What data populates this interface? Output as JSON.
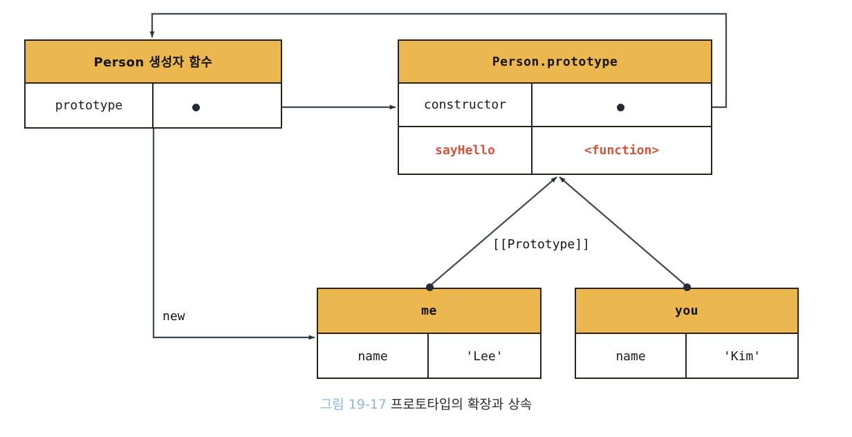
{
  "diagram": {
    "title": "프로토타입의 확장과 상속",
    "figure_number": "그림 19-17",
    "colors": {
      "header_fill": "#ecb74e",
      "border": "#2a2118",
      "accent_red": "#d9523a",
      "wire": "#3a4754",
      "figure_number": "#8fb8dd"
    }
  },
  "boxes": {
    "person_ctor": {
      "title": "Person 생성자 함수",
      "rows": [
        {
          "key": "prototype",
          "value": ""
        }
      ]
    },
    "person_prototype": {
      "title": "Person.prototype",
      "rows": [
        {
          "key": "constructor",
          "value": ""
        },
        {
          "key": "sayHello",
          "value": "<function>"
        }
      ]
    },
    "me": {
      "title": "me",
      "rows": [
        {
          "key": "name",
          "value": "'Lee'"
        }
      ]
    },
    "you": {
      "title": "you",
      "rows": [
        {
          "key": "name",
          "value": "'Kim'"
        }
      ]
    }
  },
  "edges": {
    "new_label": "new",
    "prototype_label": "[[Prototype]]"
  }
}
